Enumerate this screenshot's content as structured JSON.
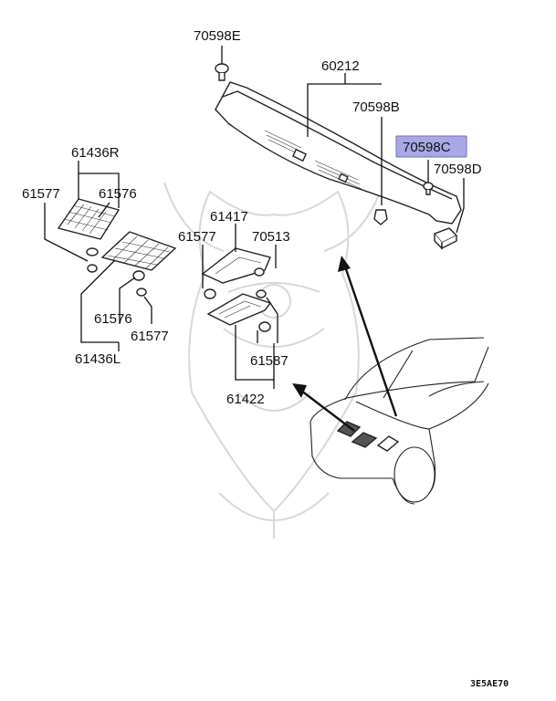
{
  "parts": {
    "p70598E": "70598E",
    "p60212": "60212",
    "p70598B": "70598B",
    "p70598C": "70598C",
    "p70598D": "70598D",
    "p61436R": "61436R",
    "p61577_a": "61577",
    "p61576_a": "61576",
    "p61417": "61417",
    "p61577_b": "61577",
    "p70513": "70513",
    "p61576_b": "61576",
    "p61577_c": "61577",
    "p61436L": "61436L",
    "p61587": "61587",
    "p61422": "61422"
  },
  "highlighted_part": "70598C",
  "diagram_code": "3E5AE70",
  "colors": {
    "highlight": "#a9a8e6",
    "line": "#111111",
    "watermark": "#d8d8d8"
  }
}
